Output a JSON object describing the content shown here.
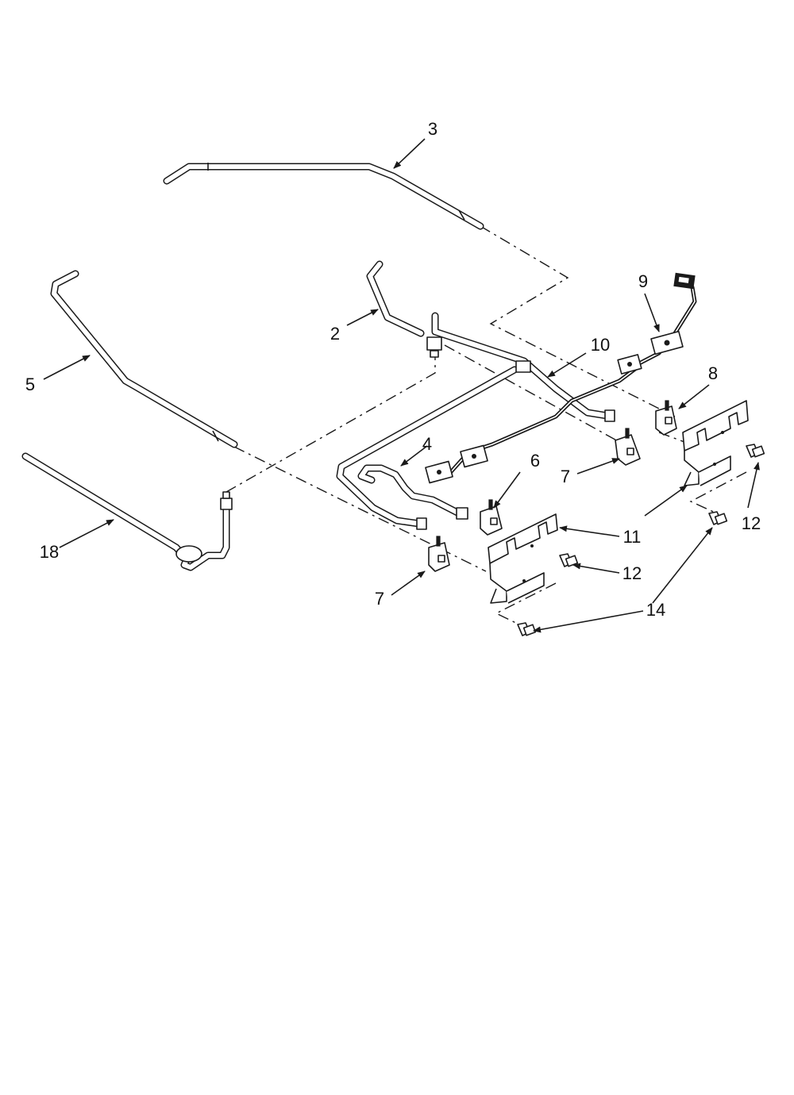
{
  "diagram": {
    "callouts": [
      {
        "id": "c3",
        "text": "3"
      },
      {
        "id": "c2",
        "text": "2"
      },
      {
        "id": "c5",
        "text": "5"
      },
      {
        "id": "c9",
        "text": "9"
      },
      {
        "id": "c10",
        "text": "10"
      },
      {
        "id": "c8",
        "text": "8"
      },
      {
        "id": "c4",
        "text": "4"
      },
      {
        "id": "c6",
        "text": "6"
      },
      {
        "id": "c7a",
        "text": "7"
      },
      {
        "id": "c7b",
        "text": "7"
      },
      {
        "id": "c11",
        "text": "11"
      },
      {
        "id": "c12a",
        "text": "12"
      },
      {
        "id": "c12b",
        "text": "12"
      },
      {
        "id": "c14",
        "text": "14"
      },
      {
        "id": "c18",
        "text": "18"
      }
    ]
  }
}
